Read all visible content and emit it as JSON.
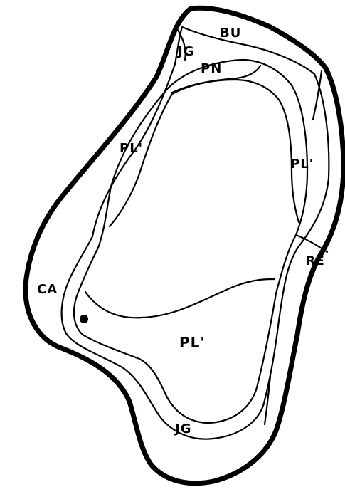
{
  "labels": {
    "bu": "BU",
    "jg_top": "JG",
    "pn": "PN",
    "pl_left": "PL'",
    "pl_right": "PL'",
    "re": "RE",
    "ca": "CA",
    "pl_bottom": "PL'",
    "jg_bottom": "JG"
  },
  "colors": {
    "ink": "#000000",
    "background": "#ffffff"
  }
}
